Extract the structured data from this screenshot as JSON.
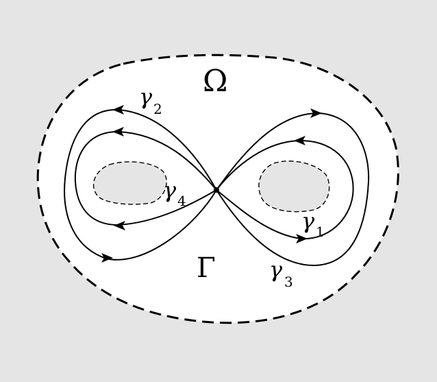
{
  "colors": {
    "background": "#e5e5e5",
    "region_fill": "#ffffff",
    "hole_fill": "#e5e5e5",
    "stroke": "#000000"
  },
  "labels": {
    "omega": "Ω",
    "gamma_cap": "Γ",
    "gamma1": {
      "base": "γ",
      "sub": "1"
    },
    "gamma2": {
      "base": "γ",
      "sub": "2"
    },
    "gamma3": {
      "base": "γ",
      "sub": "3"
    },
    "gamma4": {
      "base": "γ",
      "sub": "4"
    }
  }
}
